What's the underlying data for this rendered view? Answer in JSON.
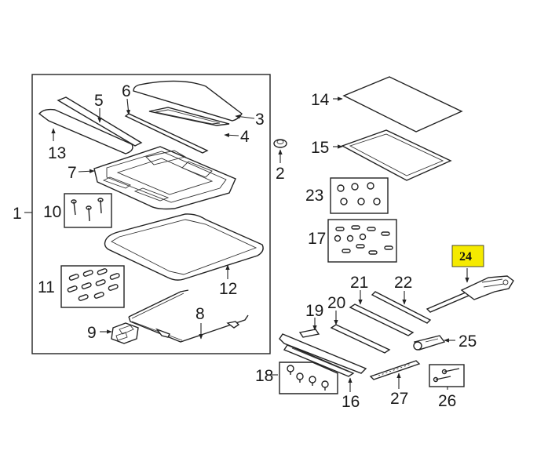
{
  "diagram": {
    "highlight_color": "#f5ea00",
    "callouts": [
      {
        "id": "c1",
        "text": "1"
      },
      {
        "id": "c2",
        "text": "2"
      },
      {
        "id": "c3",
        "text": "3"
      },
      {
        "id": "c4",
        "text": "4"
      },
      {
        "id": "c5",
        "text": "5"
      },
      {
        "id": "c6",
        "text": "6"
      },
      {
        "id": "c7",
        "text": "7"
      },
      {
        "id": "c8",
        "text": "8"
      },
      {
        "id": "c9",
        "text": "9"
      },
      {
        "id": "c10",
        "text": "10"
      },
      {
        "id": "c11",
        "text": "11"
      },
      {
        "id": "c12",
        "text": "12"
      },
      {
        "id": "c13",
        "text": "13"
      },
      {
        "id": "c14",
        "text": "14"
      },
      {
        "id": "c15",
        "text": "15"
      },
      {
        "id": "c16",
        "text": "16"
      },
      {
        "id": "c17",
        "text": "17"
      },
      {
        "id": "c18",
        "text": "18"
      },
      {
        "id": "c19",
        "text": "19"
      },
      {
        "id": "c20",
        "text": "20"
      },
      {
        "id": "c21",
        "text": "21"
      },
      {
        "id": "c22",
        "text": "22"
      },
      {
        "id": "c23",
        "text": "23"
      },
      {
        "id": "c24",
        "text": "24"
      },
      {
        "id": "c25",
        "text": "25"
      },
      {
        "id": "c26",
        "text": "26"
      },
      {
        "id": "c27",
        "text": "27"
      }
    ]
  }
}
